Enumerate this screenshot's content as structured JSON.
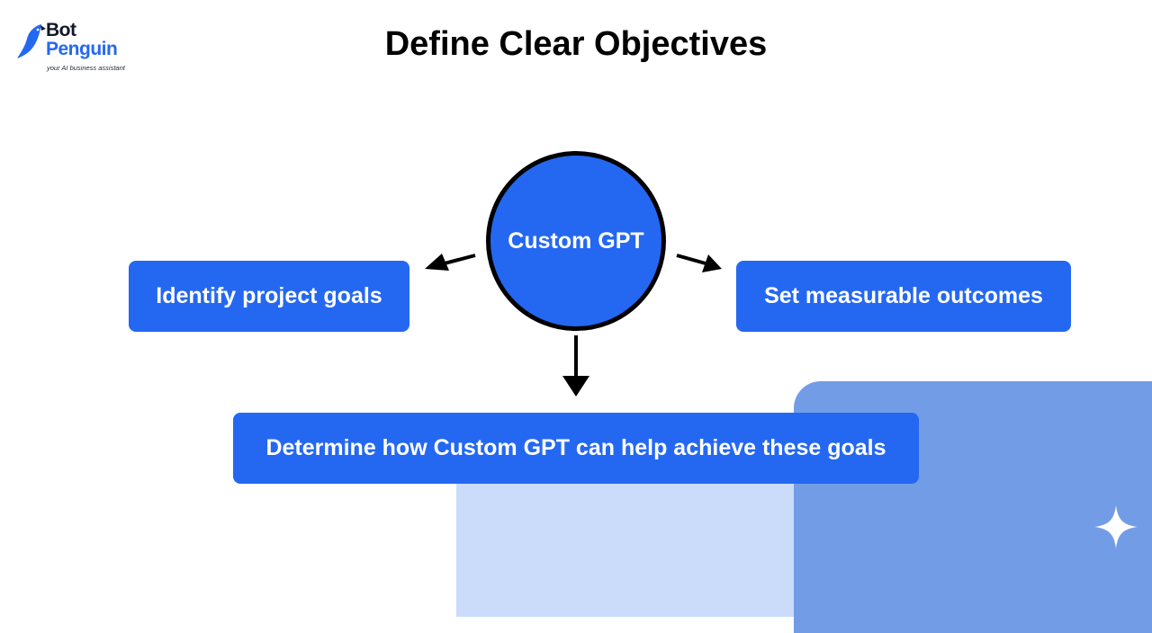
{
  "brand": {
    "name_line1": "Bot",
    "name_line2": "Penguin",
    "tagline": "your AI business assistant",
    "logo_icon": "penguin-icon",
    "colors": {
      "primary": "#2468f2",
      "dark": "#111827"
    }
  },
  "title": "Define Clear Objectives",
  "diagram": {
    "center": "Custom GPT",
    "left": "Identify project goals",
    "right": "Set measurable outcomes",
    "bottom": "Determine how Custom GPT can help achieve these goals"
  },
  "decoration": {
    "sparkle_icon": "sparkle-icon",
    "colors": {
      "light_panel": "#cadcfa",
      "mid_panel": "#729de6",
      "node": "#2468f2"
    }
  }
}
